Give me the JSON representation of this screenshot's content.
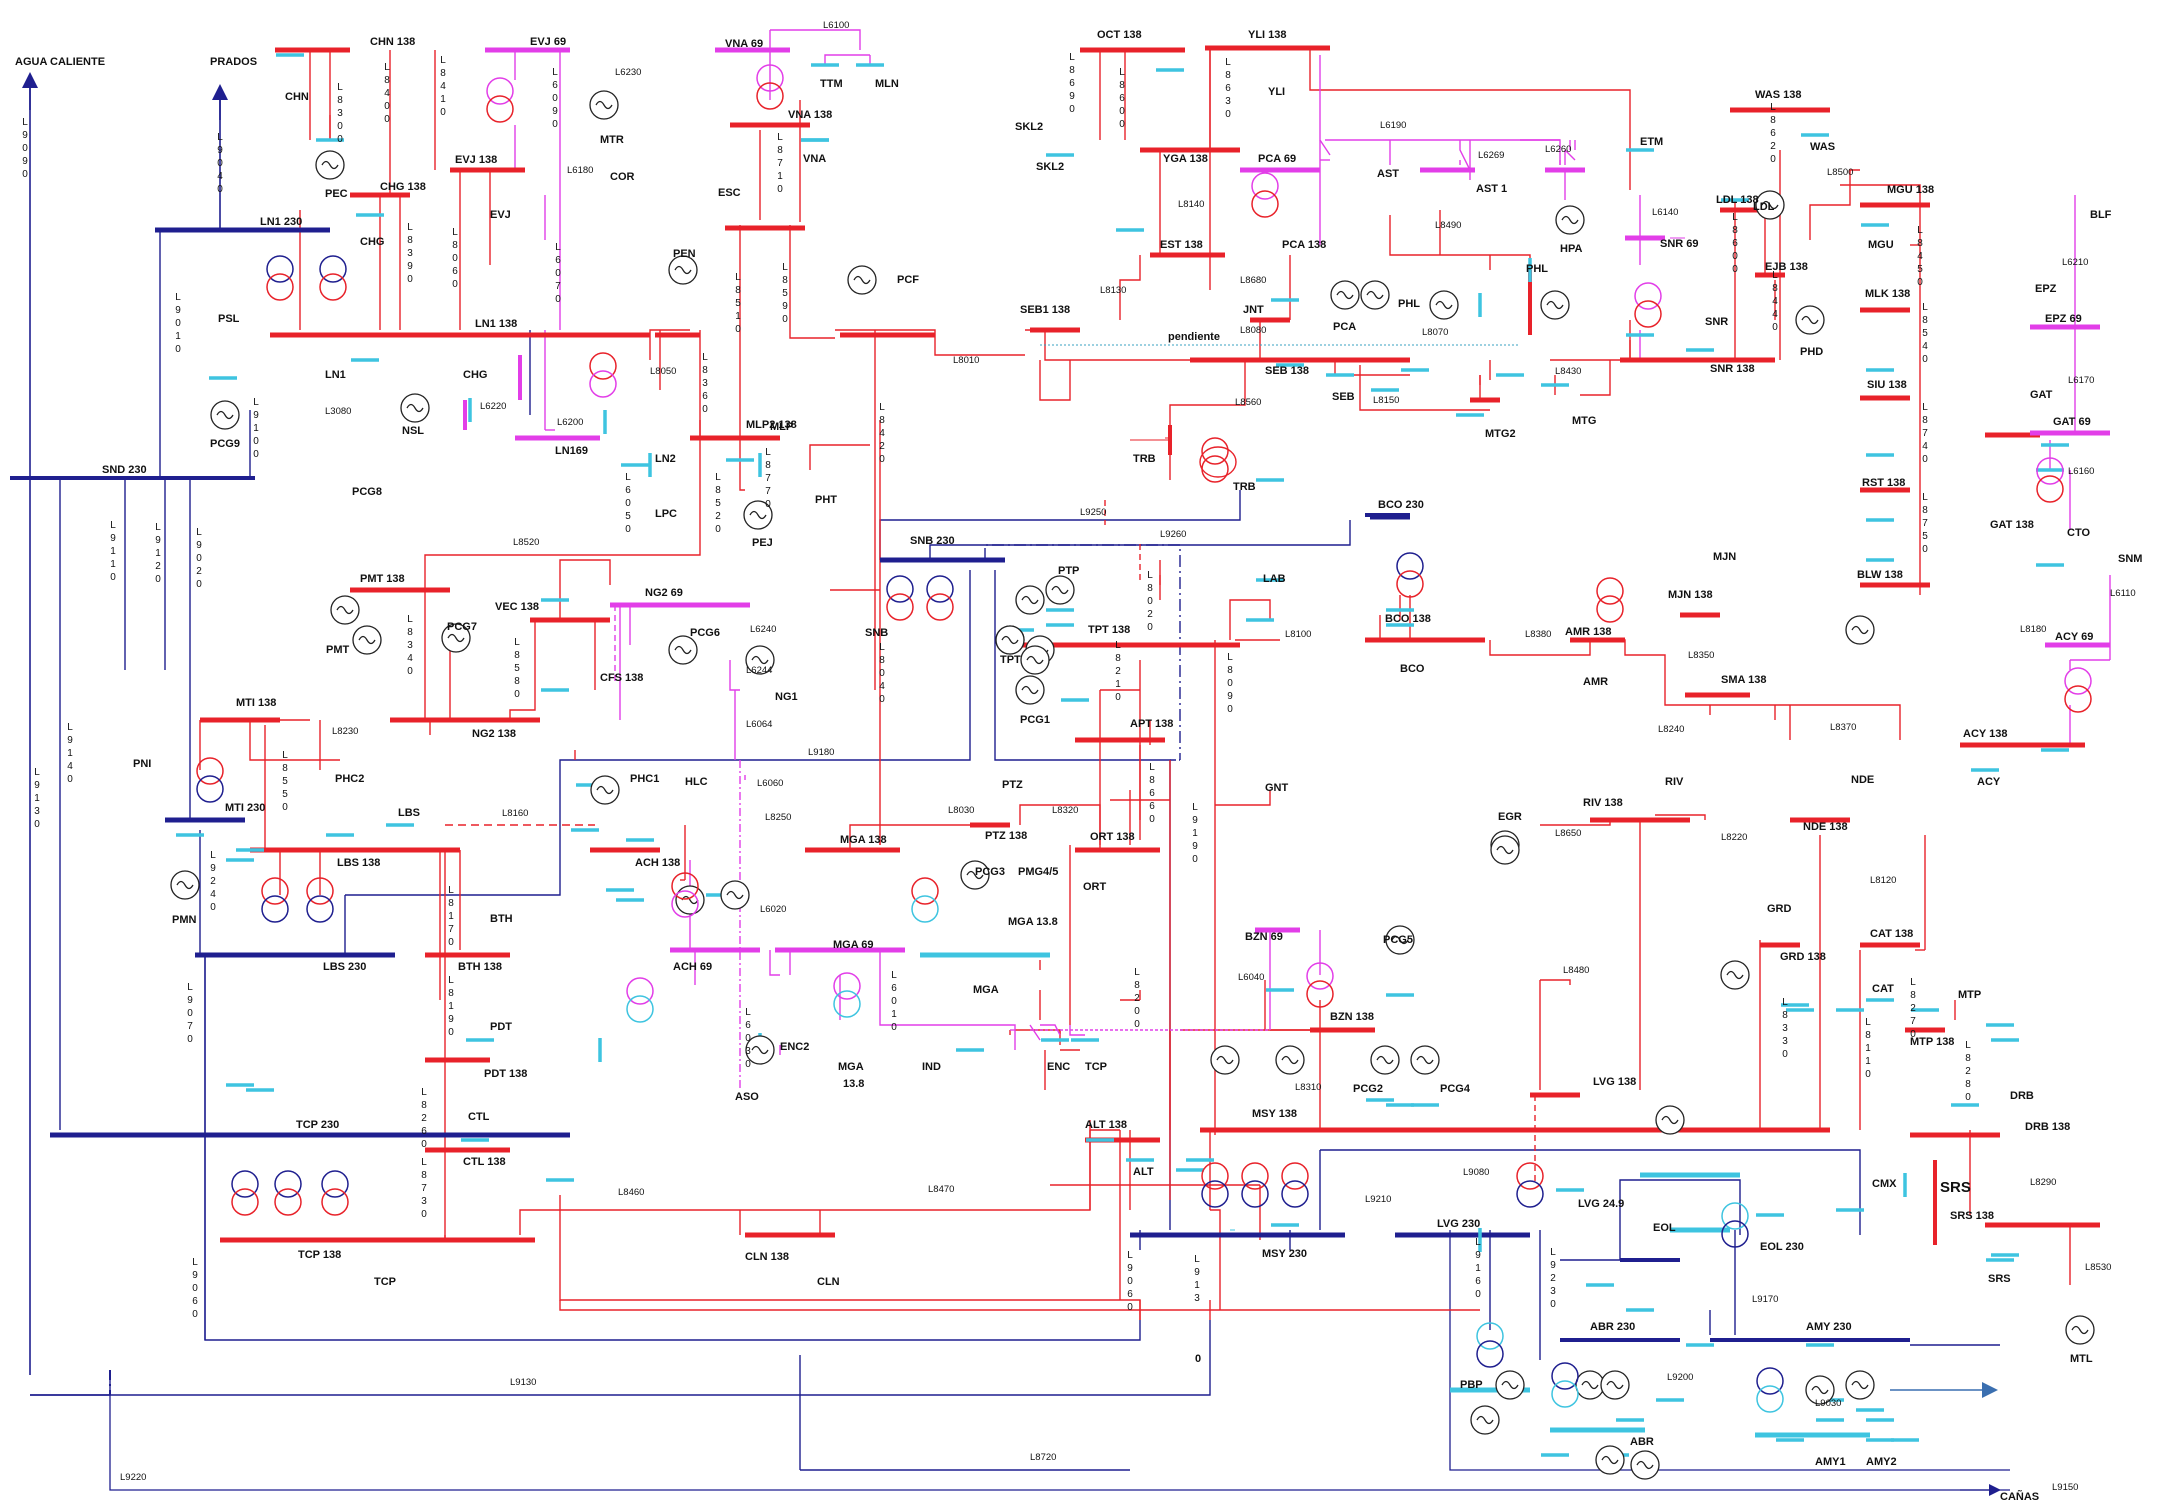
{
  "colors": {
    "kv230": "#1f1f8f",
    "kv138": "#e8222a",
    "kv69": "#e23ee8",
    "kv13": "#3ec4e0",
    "bg": "#ffffff"
  },
  "labels": {
    "AGUA_CALIENTE": "AGUA CALIENTE",
    "PRADOS": "PRADOS",
    "CAÑAS": "CAÑAS",
    "CHN138": "CHN 138",
    "CHN": "CHN",
    "PEC": "PEC",
    "CHG138": "CHG 138",
    "CHG": "CHG",
    "EVJ69": "EVJ 69",
    "MTR": "MTR",
    "EVJ138": "EVJ 138",
    "EVJ": "EVJ",
    "COR": "COR",
    "LN1_230": "LN1 230",
    "LN1_138": "LN1 138",
    "LN1": "LN1",
    "PSL": "PSL",
    "PCG9": "PCG9",
    "PCG8": "PCG8",
    "NSL": "NSL",
    "CHG2": "CHG",
    "LN169": "LN169",
    "LN2": "LN2",
    "LPC": "LPC",
    "SND230": "SND 230",
    "PNI": "PNI",
    "PEN": "PEN",
    "VNA69": "VNA 69",
    "TTM": "TTM",
    "MLN": "MLN",
    "VNA138": "VNA 138",
    "VNA": "VNA",
    "ESC": "ESC",
    "MLP": "MLP",
    "MLP2_138": "MLP2 138",
    "PEJ": "PEJ",
    "PHT": "PHT",
    "PCF": "PCF",
    "PMT138": "PMT 138",
    "PMT": "PMT",
    "PCG7": "PCG7",
    "VEC138": "VEC 138",
    "NG2_138": "NG2 138",
    "CFS138": "CFS 138",
    "NG2_69": "NG2 69",
    "PCG6": "PCG6",
    "NG1": "NG1",
    "SNB230": "SNB 230",
    "SNB": "SNB",
    "MTI138": "MTI 138",
    "MTI230": "MTI 230",
    "PHC2": "PHC2",
    "LBS": "LBS",
    "LBS138": "LBS 138",
    "LBS230": "LBS 230",
    "PMN": "PMN",
    "PHC1": "PHC1",
    "HLC": "HLC",
    "ACH138": "ACH 138",
    "ACH69": "ACH  69",
    "MGA138": "MGA 138",
    "MGA69": "MGA 69",
    "MGA13": "MGA",
    "MGA13b": "13.8",
    "ASO": "ASO",
    "ENC2": "ENC2",
    "IND": "IND",
    "ENC": "ENC",
    "TCP": "TCP",
    "PTZ": "PTZ",
    "PTZ138": "PTZ 138",
    "PCG3": "PCG3",
    "PMG45": "PMG4/5",
    "MGA13_8": "MGA 13.8",
    "MGA_": "MGA",
    "ORT138": "ORT 138",
    "ORT": "ORT",
    "BTH": "BTH",
    "BTH138": "BTH 138",
    "PDT": "PDT",
    "PDT138": "PDT 138",
    "CTL": "CTL",
    "CTL138": "CTL 138",
    "TCP230": "TCP 230",
    "TCP138": "TCP 138",
    "CLN138": "CLN 138",
    "CLN": "CLN",
    "ALT138": "ALT 138",
    "ALT": "ALT",
    "OCT138": "OCT 138",
    "SKL2": "SKL2",
    "SKL2b": "SKL2",
    "YGA138": "YGA 138",
    "YLI138": "YLI 138",
    "YLI": "YLI",
    "EST138": "EST 138",
    "SEB1_138": "SEB1 138",
    "JNT": "JNT",
    "SEB138": "SEB 138",
    "SEB": "SEB",
    "pendiente": "pendiente",
    "PCA69": "PCA 69",
    "PCA138": "PCA 138",
    "PCA": "PCA",
    "AST": "AST",
    "AST1": "AST 1",
    "HPA": "HPA",
    "PHL": "PHL",
    "PHL2": "PHL",
    "MTG2": "MTG2",
    "MTG": "MTG",
    "ETM": "ETM",
    "SNR69": "SNR 69",
    "SNR": "SNR",
    "SNR138": "SNR 138",
    "WAS138": "WAS 138",
    "WAS": "WAS",
    "LDL138": "LDL 138",
    "LDL": "LDL",
    "EJB138": "EJB 138",
    "PHD": "PHD",
    "MGU138": "MGU 138",
    "MGU": "MGU",
    "MLK138": "MLK 138",
    "SIU138": "SIU 138",
    "RST138": "RST 138",
    "BLW138": "BLW 138",
    "BLF": "BLF",
    "EPZ": "EPZ",
    "EPZ69": "EPZ 69",
    "GAT": "GAT",
    "GAT69": "GAT 69",
    "GAT138": "GAT 138",
    "CTO": "CTO",
    "SNM": "SNM",
    "ACY69": "ACY 69",
    "ACY138": "ACY 138",
    "ACY": "ACY",
    "TRB": "TRB",
    "TRB2": "TRB",
    "PTP": "PTP",
    "TPT138": "TPT 138",
    "TPT": "TPT",
    "PCG1": "PCG1",
    "APT138": "APT 138",
    "LAB": "LAB",
    "BCO230": "BCO 230",
    "BCO138": "BCO 138",
    "BCO": "BCO",
    "AMR138": "AMR 138",
    "AMR": "AMR",
    "MJN": "MJN",
    "MJN138": "MJN 138",
    "SMA138": "SMA 138",
    "GNT": "GNT",
    "EGR": "EGR",
    "RIV": "RIV",
    "RIV138": "RIV 138",
    "NDE": "NDE",
    "NDE138": "NDE 138",
    "GRD": "GRD",
    "GRD138": "GRD 138",
    "CAT138": "CAT 138",
    "CAT": "CAT",
    "MTP": "MTP",
    "MTP138": "MTP 138",
    "DRB": "DRB",
    "DRB138": "DRB 138",
    "CMX": "CMX",
    "SRS": "SRS",
    "SRS138": "SRS  138",
    "SRS2": "SRS",
    "MTL": "MTL",
    "BZN69": "BZN 69",
    "BZN138": "BZN 138",
    "PCG5": "PCG5",
    "PCG2": "PCG2",
    "PCG4": "PCG4",
    "LVG138": "LVG 138",
    "MSY138": "MSY 138",
    "MSY230": "MSY 230",
    "LVG249": "LVG 24.9",
    "EOL": "EOL",
    "EOL230": "EOL 230",
    "LVG230": "LVG 230",
    "ABR230": "ABR 230",
    "ABR": "ABR",
    "AMY230": "AMY 230",
    "AMY1": "AMY1",
    "AMY2": "AMY2",
    "PBP": "PBP",
    "zero": "0"
  },
  "lines": {
    "L9090": "L 9 0 9 0",
    "L9040": "L 9 0 4 0",
    "L8300": "L 8 3 0 0",
    "L8400": "L 8 4 0 0",
    "L8410": "L 8 4 1 0",
    "L6090": "L 6 0 9 0",
    "L6230": "L6230",
    "L6180": "L6180",
    "L8390": "L 8 3 9 0",
    "L8060": "L 8 0 6 0",
    "L6070": "L 6 0 7 0",
    "L9010": "L 9 0 1 0",
    "L9100": "L 9 1 0 0",
    "L3080": "L3080",
    "L6220": "L6220",
    "L6200": "L6200",
    "L8050": "L8050",
    "L8360": "L 8 3 6 0",
    "L8510": "L 8 5 1 0",
    "L8710": "L 8 7 1 0",
    "L8590": "L 8 5 9 0",
    "L8770": "L 8 7 7 0",
    "L8520": "L 8 5 2 0",
    "L6050": "L 6 0 5 0",
    "L6100": "L6100",
    "L8010": "L8010",
    "L8420": "L 8 4 2 0",
    "L9110": "L 9 1 1 0",
    "L9120": "L 9 1 2 0",
    "L9020": "L 9 0 2 0",
    "L8520h": "L8520",
    "L8340": "L 8 3 4 0",
    "L8580": "L 8 5 8 0",
    "L6240": "L6240",
    "L6244": "L6244",
    "L6064": "L6064",
    "L8230": "L8230",
    "L8550": "L 8 5 5 0",
    "L9240": "L 9 2 4 0",
    "L8160": "L8160",
    "L9180": "L9180",
    "L8040": "L 8 0 4 0",
    "L6060": "L6060",
    "L8250": "L8250",
    "L6010": "L 6 0 1 0",
    "L6020": "L6020",
    "L6030": "L 6 0 3 0",
    "L8030": "L8030",
    "L8320": "L8320",
    "L8170": "L 8 1 7 0",
    "L8190": "L 8 1 9 0",
    "L8260": "L 8 2 6 0",
    "L8730": "L 8 7 3 0",
    "L9070": "L 9 0 7 0",
    "L9130": "L 9 1 3 0",
    "L9140": "L 9 1 4 0",
    "L9060": "L 9 0 6 0",
    "L8460": "L8460",
    "L8470": "L8470",
    "L9130h": "L9130",
    "L8720": "L8720",
    "L9220": "L9220",
    "L9150": "L9150",
    "L8690": "L 8 6 9 0",
    "L8600": "L 8 6 0 0",
    "L8630": "L 8 6 3 0",
    "L8140": "L8140",
    "L8130": "L8130",
    "L8680": "L8680",
    "L8080": "L8080",
    "L8560": "L8560",
    "L6190": "L6190",
    "L6269": "L6269",
    "L6260": "L6260",
    "L8490": "L8490",
    "L8070": "L8070",
    "L8150": "L8150",
    "L8430": "L8430",
    "L6140": "L6140",
    "L8620": "L 8 6 2 0",
    "L8500": "L8500",
    "L8600b": "L 8 6 0 0",
    "L8440": "L 8 4 4 0",
    "L8450": "L 8 4 5 0",
    "L8540": "L 8 5 4 0",
    "L8740": "L 8 7 4 0",
    "L8750": "L 8 7 5 0",
    "L6210": "L6210",
    "L6170": "L6170",
    "L6160": "L6160",
    "L6110": "L6110",
    "L8180": "L8180",
    "L9250": "L9250",
    "L9260": "L9260",
    "L8020": "L 8 0 2 0",
    "L8210": "L 8 2 1 0",
    "L8660": "L 8 6 6 0",
    "L8100": "L8100",
    "L8090": "L 8 0 9 0",
    "L8380": "L8380",
    "L8350": "L8350",
    "L8240": "L8240",
    "L8370": "L8370",
    "L9190": "L 9 1 9 0",
    "L8200": "L 8 2 0 0",
    "L8650": "L8650",
    "L8220": "L8220",
    "L8120": "L8120",
    "L8480": "L8480",
    "L8330": "L 8 3 3 0",
    "L8110": "L 8 1 1 0",
    "L8270": "L 8 2 7 0",
    "L8280": "L 8 2 8 0",
    "L8290": "L8290",
    "L8530": "L8530",
    "L6040": "L6040",
    "L8310": "L8310",
    "L9080": "L9080",
    "L9210": "L9210",
    "L9160": "L 9 1 6 0",
    "L9230": "L 9 2 3 0",
    "L9170": "L9170",
    "L9200": "L9200",
    "L9030": "L9030",
    "L9060b": "L 9 0 6 0",
    "L9130v": "L 9 1 3"
  },
  "icons": [
    "generator-icon",
    "transformer-icon",
    "arrow-icon"
  ]
}
